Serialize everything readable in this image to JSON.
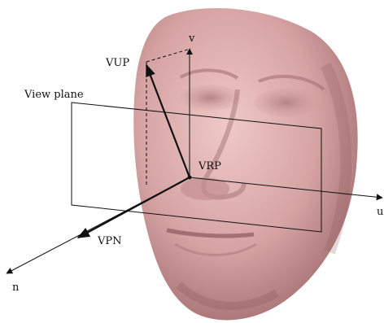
{
  "labels": {
    "v": "v",
    "vup": "VUP",
    "view_plane": "View plane",
    "vrp": "VRP",
    "u": "u",
    "vpn": "VPN",
    "n": "n"
  },
  "colors": {
    "face_light": "#e8bcbc",
    "face_mid": "#c99595",
    "face_shadow": "#8a5a5e",
    "line": "#111111",
    "background": "#ffffff"
  }
}
